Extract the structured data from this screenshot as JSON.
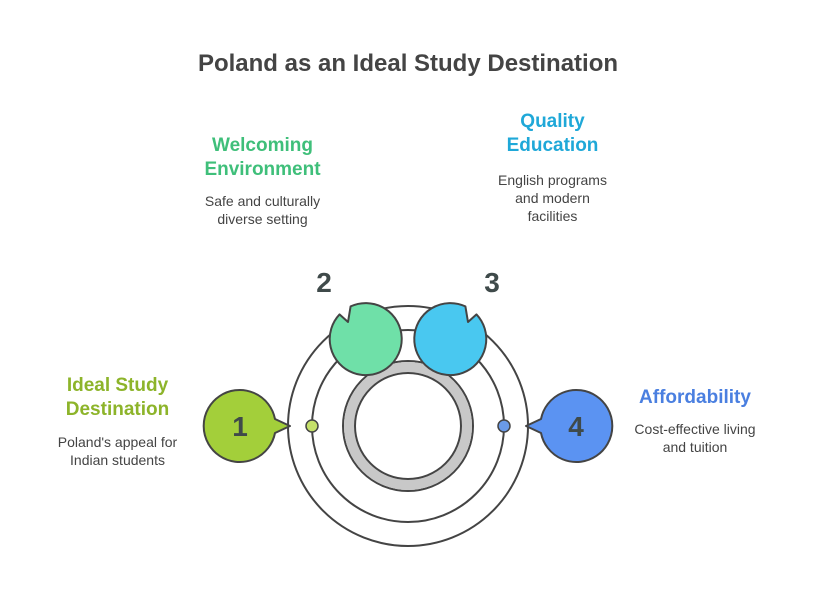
{
  "title": "Poland as an Ideal Study Destination",
  "items": [
    {
      "number": "1",
      "heading": "Ideal Study\nDestination",
      "description": "Poland's appeal for\nIndian students",
      "color": "#a3cf3a",
      "text_color": "#8db42a",
      "dot_color": "#c5e06a"
    },
    {
      "number": "2",
      "heading": "Welcoming\nEnvironment",
      "description": "Safe and culturally\ndiverse setting",
      "color": "#6fe0a8",
      "text_color": "#3fbf7a",
      "dot_color": "#4fd18a"
    },
    {
      "number": "3",
      "heading": "Quality\nEducation",
      "description": "English programs\nand modern\nfacilities",
      "color": "#49c8f0",
      "text_color": "#1fa8d8",
      "dot_color": "#2fb5e8"
    },
    {
      "number": "4",
      "heading": "Affordability",
      "description": "Cost-effective living\nand tuition",
      "color": "#5b93f2",
      "text_color": "#4a7fe0",
      "dot_color": "#6a9ae8"
    }
  ]
}
